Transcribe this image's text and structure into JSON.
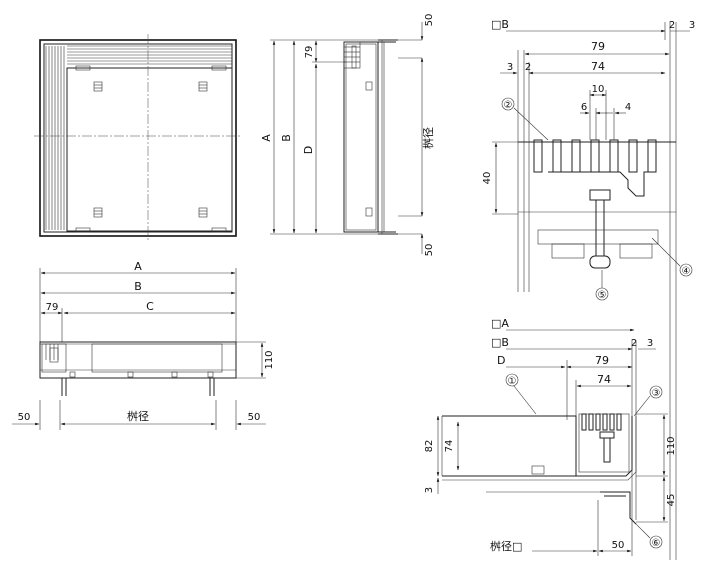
{
  "dimensions": {
    "A": "A",
    "B": "B",
    "C": "C",
    "D": "D",
    "d79": "79",
    "d74": "74",
    "d50": "50",
    "d110": "110",
    "d2": "2",
    "d3": "3",
    "d10": "10",
    "d6": "6",
    "d4": "4",
    "d40": "40",
    "d82": "82",
    "d45": "45",
    "sqA": "□A",
    "sqB": "□B",
    "masu": "桝径",
    "masuSq": "桝径□"
  },
  "callouts": [
    "①",
    "②",
    "③",
    "④",
    "⑤",
    "⑥"
  ]
}
